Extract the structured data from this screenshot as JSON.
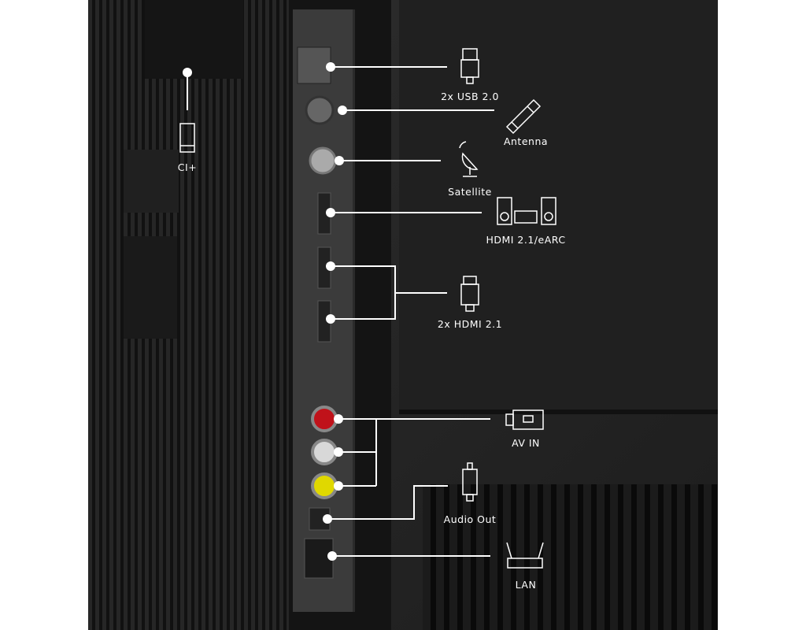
{
  "labels": {
    "ci": "CI+",
    "usb": "2x USB 2.0",
    "antenna": "Antenna",
    "satellite": "Satellite",
    "hdmi_earc": "HDMI 2.1/eARC",
    "hdmi": "2x HDMI 2.1",
    "av_in": "AV IN",
    "audio_out": "Audio Out",
    "lan": "LAN"
  },
  "colors": {
    "background": "#1c1c1c",
    "panel": "#3b3b3b",
    "line": "#ffffff",
    "av_red": "#c0121a",
    "av_white": "#d8d8d8",
    "av_yellow": "#e0d800"
  }
}
